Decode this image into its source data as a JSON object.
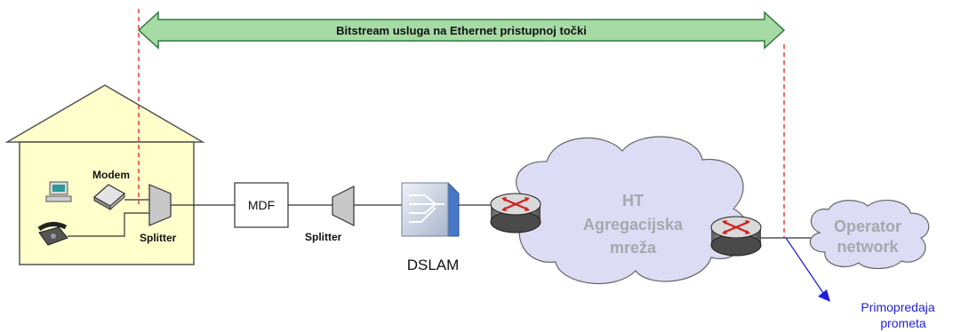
{
  "banner": {
    "text": "Bitstream usluga na Ethernet pristupnoj točki"
  },
  "house": {
    "modem": "Modem",
    "splitter": "Splitter"
  },
  "mdf": "MDF",
  "splitter2": "Splitter",
  "dslam": "DSLAM",
  "ht_cloud": {
    "line1": "HT",
    "line2": "Agregacijska",
    "line3": "mreža"
  },
  "operator_cloud": {
    "line1": "Operator",
    "line2": "network"
  },
  "handover": {
    "line1": "Primopredaja",
    "line2": "prometa"
  },
  "colors": {
    "banner_fill": "#a6dba6",
    "banner_stroke": "#2f7a3a",
    "house_fill": "#ffffcc",
    "cloud_fill": "#dcdcf4",
    "cloud_text": "#a7a7ad",
    "dashed": "#e31d1d",
    "handover": "#1f1fe0"
  }
}
